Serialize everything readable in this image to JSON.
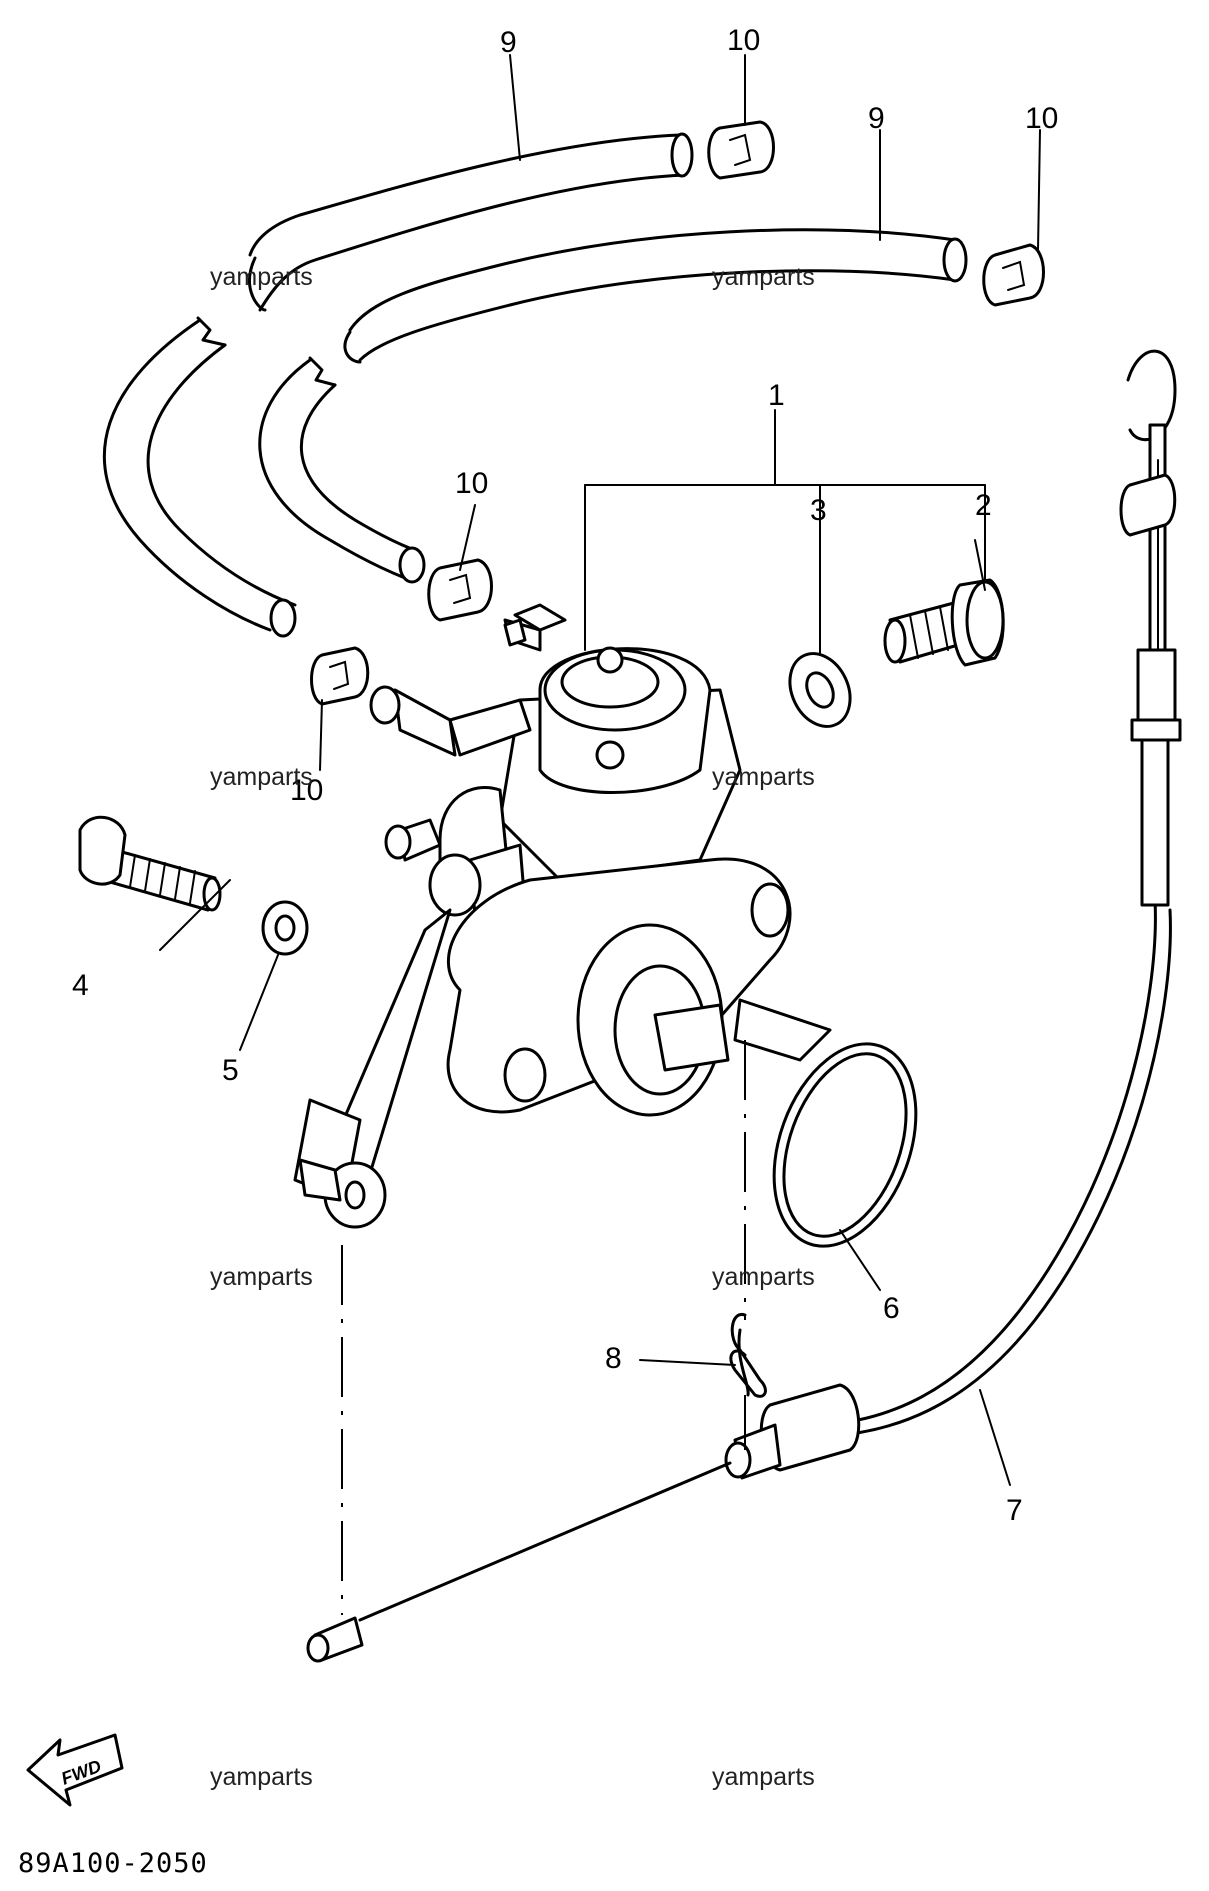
{
  "diagram_code": "89A100-2050",
  "watermark": "yamparts",
  "fwd_label": "FWD",
  "callouts": {
    "c1": "1",
    "c2": "2",
    "c3": "3",
    "c4": "4",
    "c5": "5",
    "c6": "6",
    "c7": "7",
    "c8": "8",
    "c9a": "9",
    "c9b": "9",
    "c10a": "10",
    "c10b": "10",
    "c10c": "10",
    "c10d": "10"
  }
}
